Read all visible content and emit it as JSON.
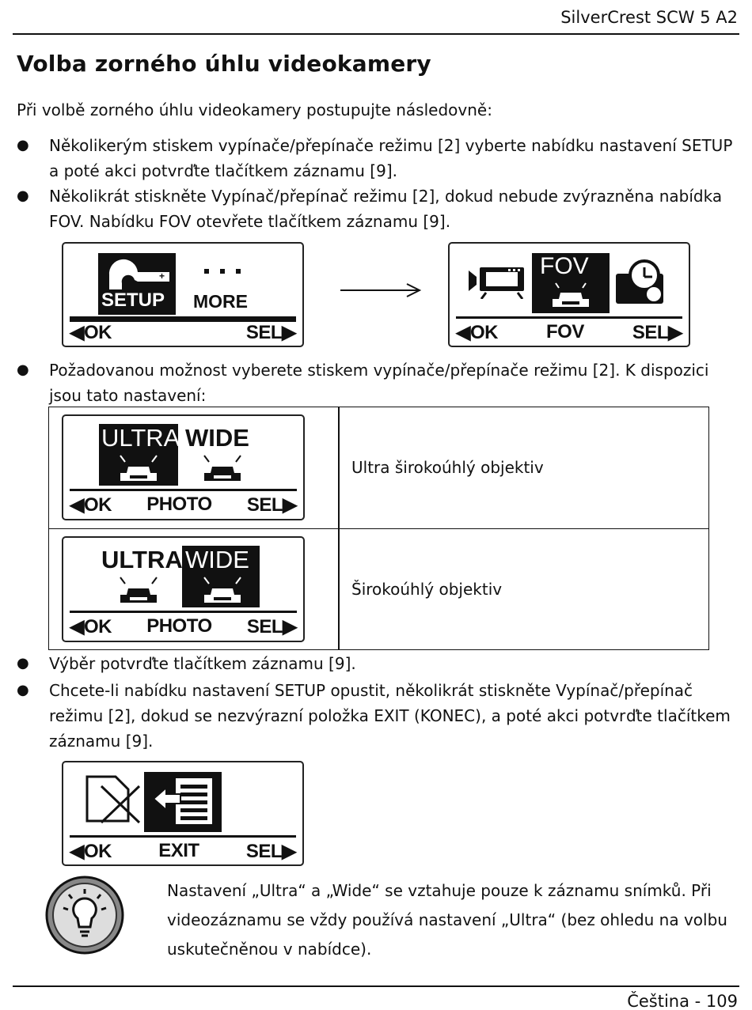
{
  "header": {
    "product": "SilverCrest SCW 5 A2"
  },
  "title": "Volba zorného úhlu videokamery",
  "intro": "Při volbě zorného úhlu videokamery postupujte následovně:",
  "bullets": [
    "Několikerým stiskem vypínače/přepínače režimu [2] vyberte nabídku nastavení SETUP a poté akci potvrďte tlačítkem záznamu [9].",
    "Několikrát stiskněte Vypínač/přepínač režimu [2], dokud nebude zvýrazněna nabídka FOV. Nabídku FOV otevřete tlačítkem záznamu [9].",
    "Požadovanou možnost vyberete stiskem vypínače/přepínače režimu [2]. K dispozici jsou tato nastavení:",
    "Výběr potvrďte tlačítkem záznamu [9].",
    "Chcete-li nabídku nastavení SETUP opustit, několikrát stiskněte Vypínač/přepínač režimu [2], dokud se nezvýrazní položka EXIT (KONEC), a poté akci potvrďte tlačítkem záznamu [9]."
  ],
  "screens": {
    "setup": {
      "item1": "SETUP",
      "item2": "MORE",
      "left": "OK",
      "right": "SEL"
    },
    "fov": {
      "item": "FOV",
      "left": "OK",
      "center": "FOV",
      "right": "SEL"
    },
    "exit": {
      "left": "OK",
      "center": "EXIT",
      "right": "SEL"
    }
  },
  "options": [
    {
      "ultra": "ULTRA",
      "wide": "WIDE",
      "left": "OK",
      "center": "PHOTO",
      "right": "SEL",
      "selected": "ULTRA",
      "description": "Ultra širokoúhlý objektiv"
    },
    {
      "ultra": "ULTRA",
      "wide": "WIDE",
      "left": "OK",
      "center": "PHOTO",
      "right": "SEL",
      "selected": "WIDE",
      "description": "Širokoúhlý objektiv"
    }
  ],
  "tip": "Nastavení „Ultra“ a „Wide“ se vztahuje pouze k záznamu snímků. Při videozáznamu se vždy používá nastavení „Ultra“ (bez ohledu na volbu uskutečněnou v nabídce).",
  "footer": {
    "page": "Čeština - 109"
  },
  "icons": [
    "wrench-icon",
    "ellipsis-icon",
    "arrow-right-icon",
    "video-camera-icon",
    "fov-icon",
    "timer-icon",
    "lens-icon",
    "blank-page-icon",
    "exit-menu-icon",
    "lightbulb-icon"
  ]
}
